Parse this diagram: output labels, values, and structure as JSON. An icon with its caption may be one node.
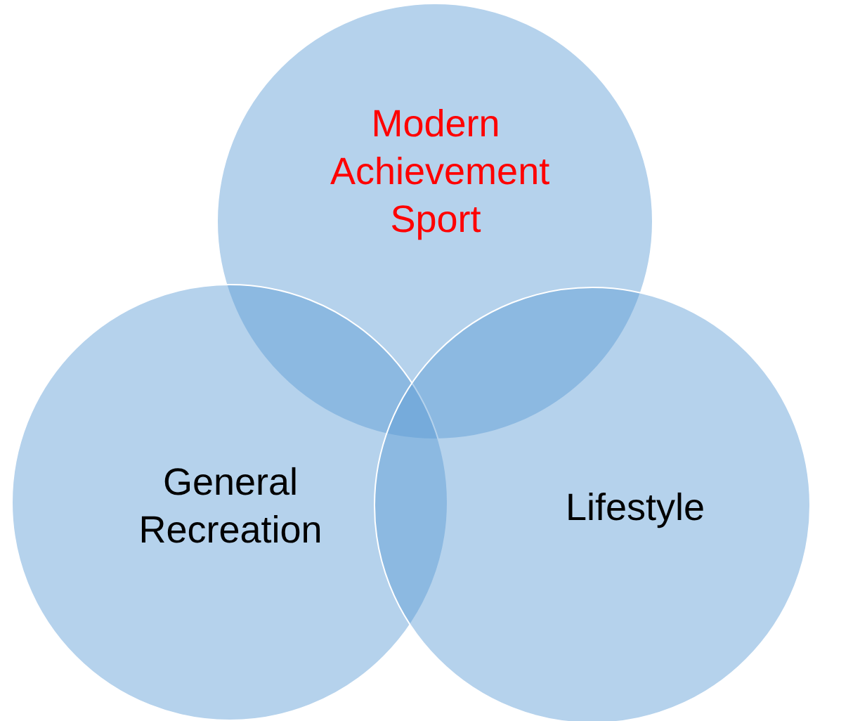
{
  "diagram": {
    "nodes": [
      {
        "text": [
          "Modern Achievement Sport"
        ]
      },
      {
        "text": [
          "General Recreation"
        ]
      },
      {
        "text": [
          "Lifestyle"
        ]
      }
    ]
  }
}
